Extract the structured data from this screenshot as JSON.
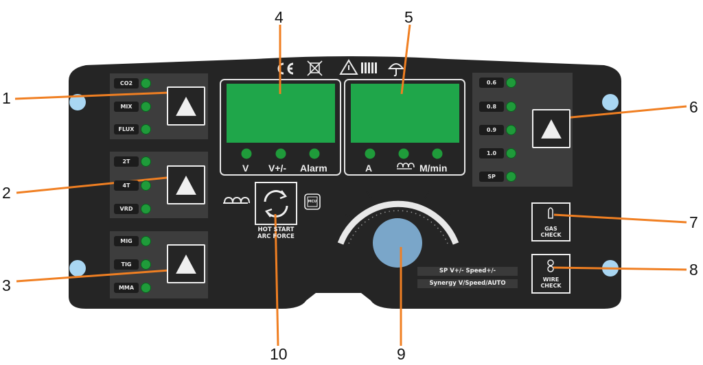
{
  "callouts": [
    "1",
    "2",
    "3",
    "4",
    "5",
    "6",
    "7",
    "8",
    "9",
    "10"
  ],
  "gas_selector": {
    "items": [
      "CO2",
      "MIX",
      "FLUX"
    ]
  },
  "mode_selector": {
    "items": [
      "2T",
      "4T",
      "VRD"
    ]
  },
  "process_selector": {
    "items": [
      "MIG",
      "TIG",
      "MMA"
    ]
  },
  "wire_selector": {
    "items": [
      "0.6",
      "0.8",
      "0.9",
      "1.0",
      "SP"
    ]
  },
  "left_display": {
    "units": [
      "V",
      "V+/-",
      "Alarm"
    ]
  },
  "right_display": {
    "units": [
      "A",
      "M/min"
    ]
  },
  "hotstart": {
    "line1": "HOT START",
    "line2": "ARC FORCE"
  },
  "mcu_label": "MCU",
  "gas_check": {
    "line1": "GAS",
    "line2": "CHECK"
  },
  "wire_check": {
    "line1": "WIRE",
    "line2": "CHECK"
  },
  "knob_legend": {
    "line1": "SP V+/-  Speed+/-",
    "line2": "Synergy V/Speed/AUTO"
  },
  "colors": {
    "panel": "#252525",
    "led": "#1f9b3a",
    "lcd": "#1fa64a",
    "knob": "#7aa6c9",
    "mount": "#a9d6f2",
    "leader": "#f07f22"
  }
}
